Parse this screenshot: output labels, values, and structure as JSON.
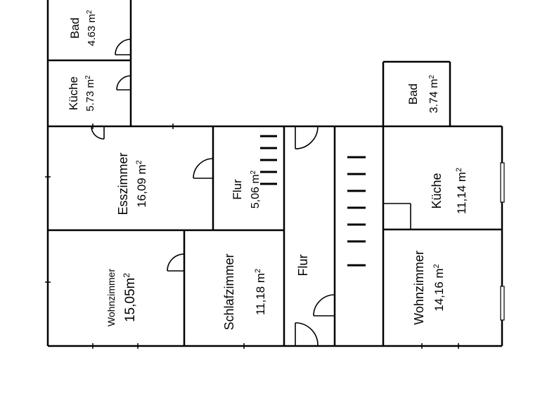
{
  "rooms": [
    {
      "id": "bad-left",
      "name": "Bad",
      "area": "4.63 m",
      "sup": "2"
    },
    {
      "id": "kueche-left",
      "name": "Küche",
      "area": "5.73 m",
      "sup": "2"
    },
    {
      "id": "esszimmer",
      "name": "Esszimmer",
      "area": "16,09 m",
      "sup": "2"
    },
    {
      "id": "flur-small",
      "name": "Flur",
      "area": "5,06 m",
      "sup": "2"
    },
    {
      "id": "wohnzimmer-left",
      "name": "Wohnzimmer",
      "area": "15,05m",
      "sup": "2"
    },
    {
      "id": "schlafzimmer",
      "name": "Schlafzimmer",
      "area": "11,18 m",
      "sup": "2"
    },
    {
      "id": "flur-stair",
      "name": "Flur",
      "area": "",
      "sup": ""
    },
    {
      "id": "bad-right",
      "name": "Bad",
      "area": "3.74 m",
      "sup": "2"
    },
    {
      "id": "kueche-right",
      "name": "Küche",
      "area": "11,14 m",
      "sup": "2"
    },
    {
      "id": "wohnzimmer-right",
      "name": "Wohnzimmer",
      "area": "14,16 m",
      "sup": "2"
    }
  ]
}
